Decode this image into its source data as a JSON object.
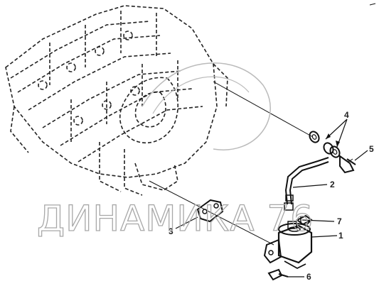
{
  "watermark": {
    "text": "ДИНАМИКА 76"
  },
  "callouts": [
    {
      "id": "1",
      "label": "1"
    },
    {
      "id": "2",
      "label": "2"
    },
    {
      "id": "3",
      "label": "3"
    },
    {
      "id": "4",
      "label": "4"
    },
    {
      "id": "5",
      "label": "5"
    },
    {
      "id": "6",
      "label": "6"
    },
    {
      "id": "7",
      "label": "7"
    }
  ],
  "colors": {
    "line": "#111111",
    "watermark": "#a8a8a8",
    "background": "#ffffff"
  }
}
